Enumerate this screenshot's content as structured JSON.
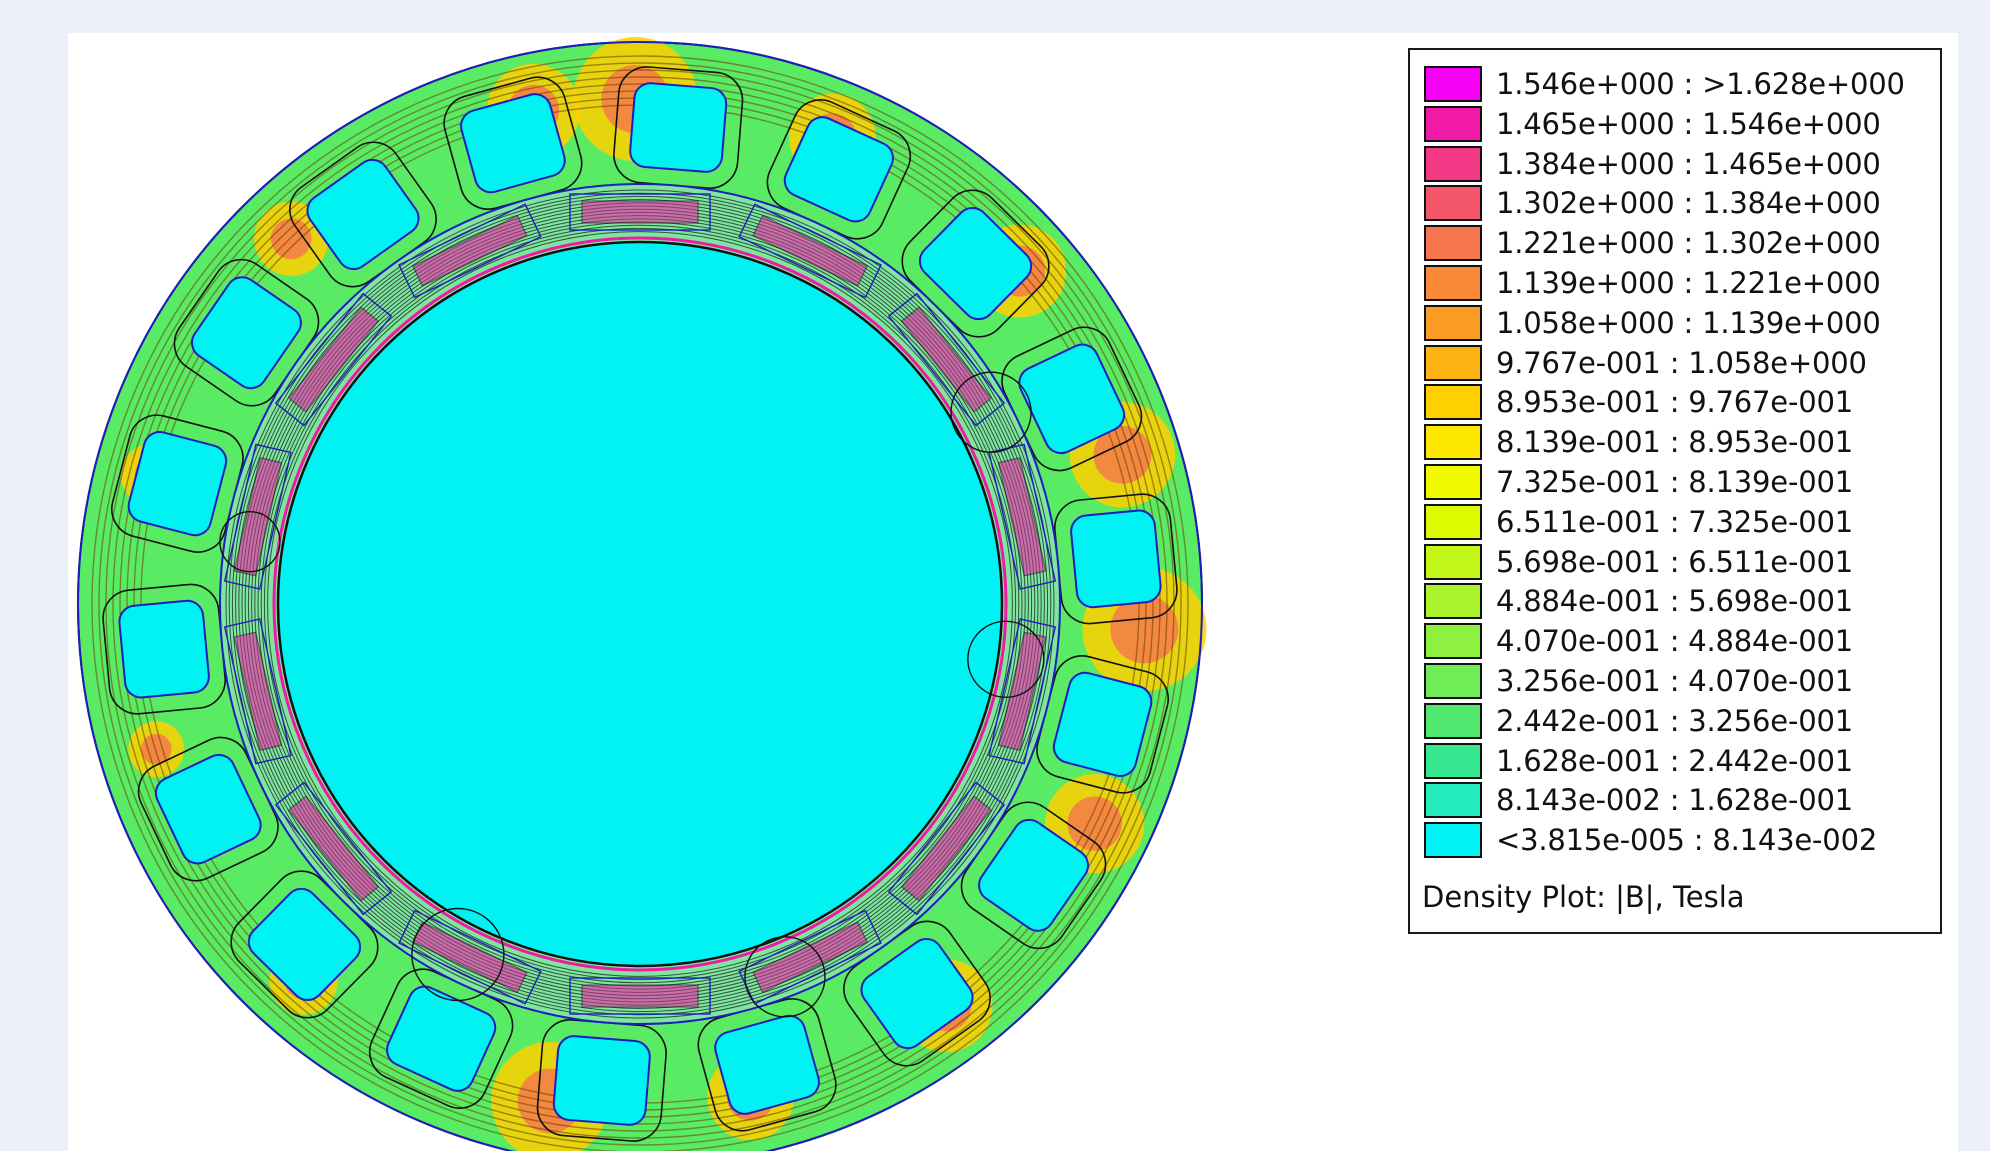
{
  "plot": {
    "name": "Density Plot: |B|, Tesla"
  },
  "legend": {
    "title": "Density Plot: |B|, Tesla",
    "entries": [
      {
        "label": "1.546e+000 : >1.628e+000",
        "color": "#f500f5"
      },
      {
        "label": "1.465e+000 : 1.546e+000",
        "color": "#f01aa6"
      },
      {
        "label": "1.384e+000 : 1.465e+000",
        "color": "#f23a86"
      },
      {
        "label": "1.302e+000 : 1.384e+000",
        "color": "#f4566a"
      },
      {
        "label": "1.221e+000 : 1.302e+000",
        "color": "#f6744e"
      },
      {
        "label": "1.139e+000 : 1.221e+000",
        "color": "#f98a38"
      },
      {
        "label": "1.058e+000 : 1.139e+000",
        "color": "#fb9c24"
      },
      {
        "label": "9.767e-001 : 1.058e+000",
        "color": "#fdb412"
      },
      {
        "label": "8.953e-001 : 9.767e-001",
        "color": "#ffd000"
      },
      {
        "label": "8.139e-001 : 8.953e-001",
        "color": "#ffe800"
      },
      {
        "label": "7.325e-001 : 8.139e-001",
        "color": "#f2fa00"
      },
      {
        "label": "6.511e-001 : 7.325e-001",
        "color": "#dcfa00"
      },
      {
        "label": "5.698e-001 : 6.511e-001",
        "color": "#c4f81a"
      },
      {
        "label": "4.884e-001 : 5.698e-001",
        "color": "#aaf42e"
      },
      {
        "label": "4.070e-001 : 4.884e-001",
        "color": "#8ef040"
      },
      {
        "label": "3.256e-001 : 4.070e-001",
        "color": "#70ec56"
      },
      {
        "label": "2.442e-001 : 3.256e-001",
        "color": "#52e870"
      },
      {
        "label": "1.628e-001 : 2.442e-001",
        "color": "#36e890"
      },
      {
        "label": "8.143e-002 : 1.628e-001",
        "color": "#22ecbc"
      },
      {
        "label": "<3.815e-005 : 8.143e-002",
        "color": "#00f2f2"
      }
    ]
  },
  "colors": {
    "background": "#ebf0f8",
    "canvas": "#ffffff",
    "stator_field": "#5aeb64",
    "rotor_field": "#00f2f2",
    "flux_lines": "#000000",
    "geometry_lines": "#1e1ebe"
  }
}
